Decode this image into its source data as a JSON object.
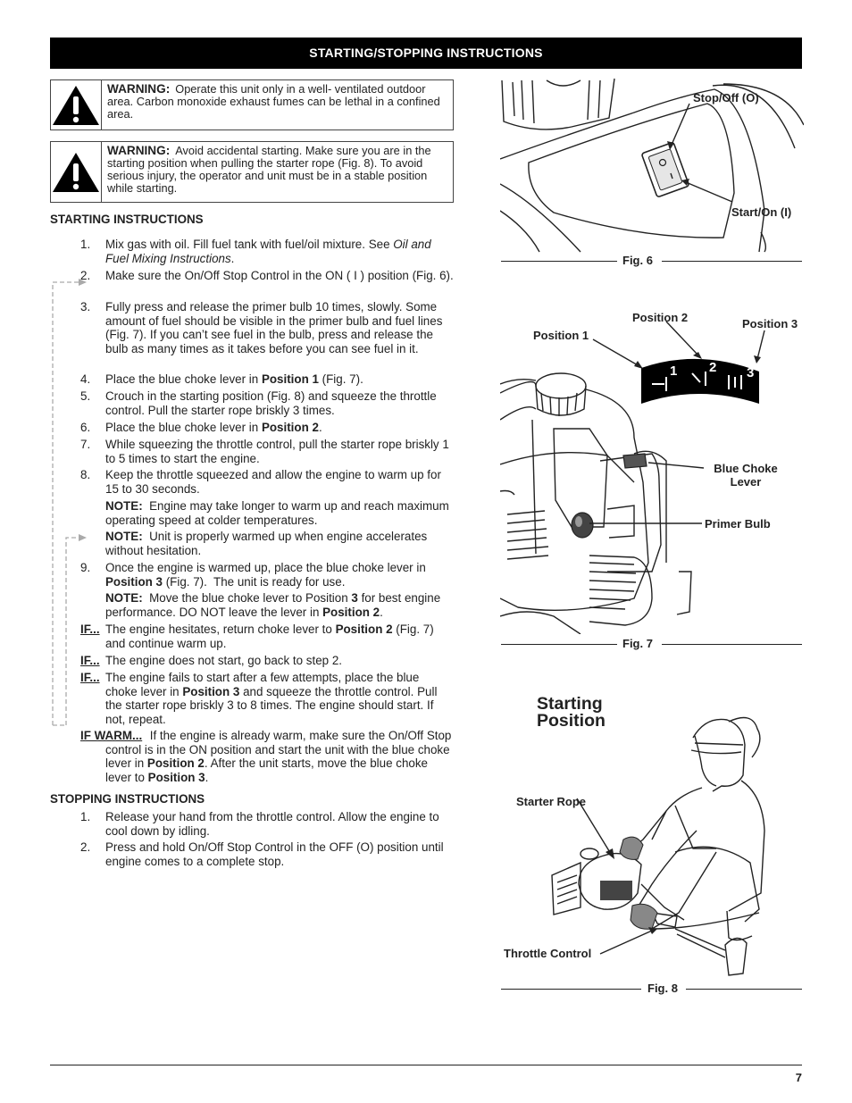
{
  "header": "STARTING/STOPPING INSTRUCTIONS",
  "warnings": [
    {
      "label": "WARNING:",
      "text": "Operate this unit only in a well- ventilated outdoor area. Carbon monoxide exhaust fumes can be lethal in a confined area."
    },
    {
      "label": "WARNING:",
      "text": "Avoid accidental starting. Make sure you are in the starting position when pulling the starter rope (Fig. 8). To avoid serious injury, the operator and unit must be in a stable position while starting."
    }
  ],
  "starting_title": "STARTING INSTRUCTIONS",
  "steps": [
    {
      "n": "1.",
      "html": "Mix gas with oil. Fill fuel tank with fuel/oil mixture. See <i>Oil and Fuel Mixing Instructions</i>."
    },
    {
      "n": "2.",
      "html": "Make sure the On/Off Stop Control in the ON ( I ) position (Fig. 6)."
    },
    {
      "n": "3.",
      "html": "Fully press and release the primer bulb 10 times, slowly. Some amount of fuel should be visible in the primer bulb and fuel lines (Fig. 7). If you can’t see fuel in the bulb, press and release the bulb as many times as it takes before you can see fuel in it."
    },
    {
      "n": "4.",
      "html": "Place the blue choke lever in <b>Position 1</b> (Fig. 7)."
    },
    {
      "n": "5.",
      "html": "Crouch in the starting position (Fig. 8) and squeeze the throttle control. Pull the starter rope briskly 3 times."
    },
    {
      "n": "6.",
      "html": "Place the blue choke lever in <b>Position 2</b>."
    },
    {
      "n": "7.",
      "html": "While squeezing the throttle control, pull the starter rope briskly 1 to 5 times to start the engine."
    },
    {
      "n": "8.",
      "html": "Keep the throttle squeezed and allow the engine to warm up for 15 to 30 seconds."
    }
  ],
  "notes": [
    "<b>NOTE:</b>&nbsp; Engine may take longer to warm up and reach maximum operating speed at colder temperatures.",
    "<b>NOTE:</b>&nbsp; Unit is properly warmed up when engine accelerates without hesitation."
  ],
  "step9": {
    "n": "9.",
    "html": "Once the engine is warmed up, place the blue choke lever in <b>Position 3</b> (Fig. 7).&nbsp; The unit is ready for use."
  },
  "note9": "<b>NOTE:</b>&nbsp; Move the blue choke lever to Position <b>3</b> for best engine performance. DO NOT leave the lever in <b>Position 2</b>.",
  "ifs": [
    {
      "label": "IF...",
      "html": "The engine hesitates, return choke lever to <b>Position 2</b> (Fig. 7) and continue warm up."
    },
    {
      "label": "IF...",
      "html": "The engine does not start, go back to step 2."
    },
    {
      "label": "IF...",
      "html": "The engine fails to start after a few attempts, place the blue choke lever in <b>Position 3</b> and squeeze the throttle control. Pull the starter rope briskly 3 to 8 times. The engine should start. If not, repeat."
    },
    {
      "label": "IF WARM...",
      "html": "&nbsp;If the engine is already warm, make sure the On/Off Stop control is in the ON position and start the unit with the blue choke lever in <b>Position 2</b>. After the unit starts, move the blue choke lever to <b>Position 3</b>."
    }
  ],
  "stopping_title": "STOPPING INSTRUCTIONS",
  "stop_steps": [
    {
      "n": "1.",
      "html": "Release your hand from the throttle control. Allow the engine to cool down by idling."
    },
    {
      "n": "2.",
      "html": "Press and hold On/Off Stop Control in the OFF (O) position until engine comes to a complete stop."
    }
  ],
  "fig6": {
    "caption": "Fig. 6",
    "stop_off": "Stop/Off (O)",
    "start_on": "Start/On (I)"
  },
  "fig7": {
    "caption": "Fig. 7",
    "pos1": "Position 1",
    "pos2": "Position 2",
    "pos3": "Position 3",
    "choke": "Blue Choke Lever",
    "primer": "Primer Bulb",
    "n1": "1",
    "n2": "2",
    "n3": "3"
  },
  "fig8": {
    "caption": "Fig. 8",
    "title": "Starting Position",
    "rope": "Starter Rope",
    "throttle": "Throttle Control"
  },
  "page_number": "7"
}
